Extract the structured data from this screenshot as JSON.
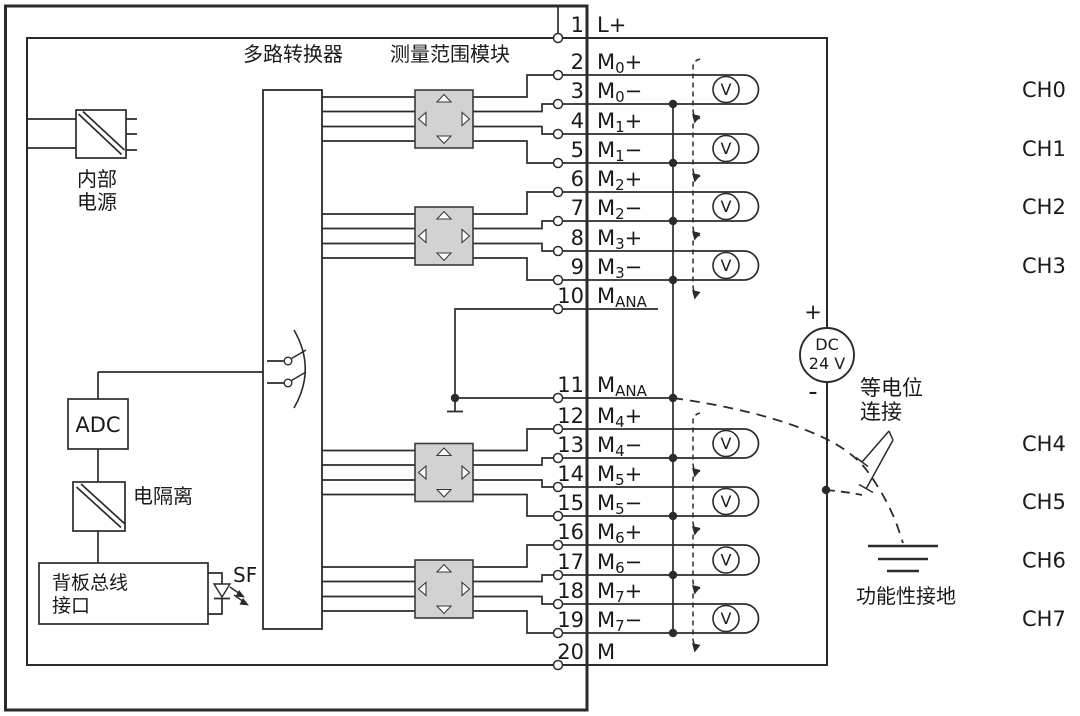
{
  "colors": {
    "line": "#2b2b2b",
    "ink": "#1a1a1a",
    "module_fill": "#d2d2d2",
    "module_stroke": "#3b3b3b",
    "background": "#ffffff"
  },
  "blocks": {
    "multiplexer": "多路转换器",
    "range_module": "测量范围模块",
    "power_l1": "内部",
    "power_l2": "电源",
    "adc": "ADC",
    "isolation": "电隔离",
    "backplane_l1": "背板总线",
    "backplane_l2": "接口",
    "sf": "SF"
  },
  "dc_source": {
    "l1": "DC",
    "l2": "24 V",
    "plus": "+",
    "minus": "-"
  },
  "notes": {
    "equipotential_l1": "等电位",
    "equipotential_l2": "连接",
    "functional_ground": "功能性接地"
  },
  "meter": {
    "label": "V"
  },
  "terminals": [
    {
      "num": "1",
      "main": "L+",
      "sub": "",
      "suf": ""
    },
    {
      "num": "2",
      "main": "M",
      "sub": "0",
      "suf": "+"
    },
    {
      "num": "3",
      "main": "M",
      "sub": "0",
      "suf": "−"
    },
    {
      "num": "4",
      "main": "M",
      "sub": "1",
      "suf": "+"
    },
    {
      "num": "5",
      "main": "M",
      "sub": "1",
      "suf": "−"
    },
    {
      "num": "6",
      "main": "M",
      "sub": "2",
      "suf": "+"
    },
    {
      "num": "7",
      "main": "M",
      "sub": "2",
      "suf": "−"
    },
    {
      "num": "8",
      "main": "M",
      "sub": "3",
      "suf": "+"
    },
    {
      "num": "9",
      "main": "M",
      "sub": "3",
      "suf": "−"
    },
    {
      "num": "10",
      "main": "M",
      "sub": "ANA",
      "suf": ""
    },
    {
      "num": "11",
      "main": "M",
      "sub": "ANA",
      "suf": ""
    },
    {
      "num": "12",
      "main": "M",
      "sub": "4",
      "suf": "+"
    },
    {
      "num": "13",
      "main": "M",
      "sub": "4",
      "suf": "−"
    },
    {
      "num": "14",
      "main": "M",
      "sub": "5",
      "suf": "+"
    },
    {
      "num": "15",
      "main": "M",
      "sub": "5",
      "suf": "−"
    },
    {
      "num": "16",
      "main": "M",
      "sub": "6",
      "suf": "+"
    },
    {
      "num": "17",
      "main": "M",
      "sub": "6",
      "suf": "−"
    },
    {
      "num": "18",
      "main": "M",
      "sub": "7",
      "suf": "+"
    },
    {
      "num": "19",
      "main": "M",
      "sub": "7",
      "suf": "−"
    },
    {
      "num": "20",
      "main": "M",
      "sub": "",
      "suf": ""
    }
  ],
  "channels": [
    "CH0",
    "CH1",
    "CH2",
    "CH3",
    "CH4",
    "CH5",
    "CH6",
    "CH7"
  ]
}
